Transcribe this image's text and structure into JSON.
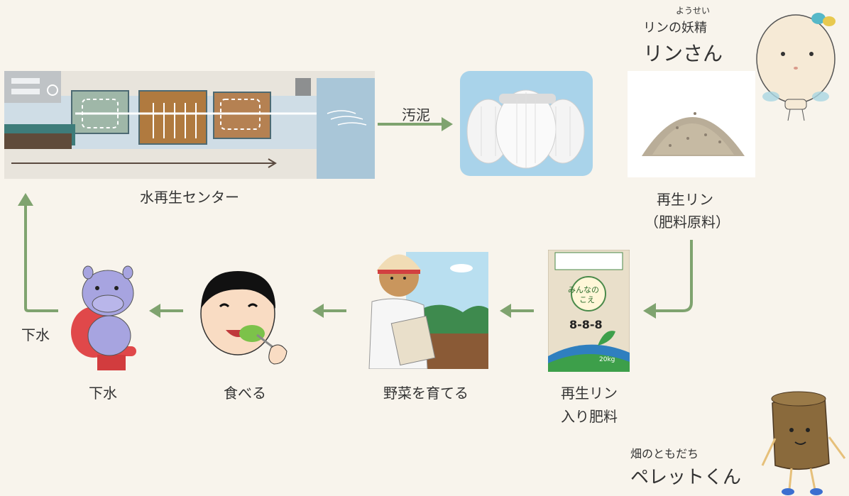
{
  "nodes": {
    "water_center": "水再生センター",
    "sludge": "汚泥",
    "recycled_phosphorus_line1": "再生リン",
    "recycled_phosphorus_line2": "（肥料原料）",
    "fertilizer_line1": "再生リン",
    "fertilizer_line2": "入り肥料",
    "grow_vegetables": "野菜を育てる",
    "eat": "食べる",
    "sewage_bottom": "下水",
    "sewage_side": "下水"
  },
  "characters": {
    "rin_ruby": "ようせい",
    "rin_title": "リンの妖精",
    "rin_name": "リンさん",
    "pellet_title": "畑のともだち",
    "pellet_name": "ペレットくん"
  },
  "fertilizer_bag": {
    "brand_line1": "みんなの",
    "brand_line2": "こえ",
    "npk": "8-8-8",
    "weight": "20kg"
  },
  "colors": {
    "background": "#f8f4ec",
    "arrow": "#7fa36f",
    "text": "#333333"
  }
}
